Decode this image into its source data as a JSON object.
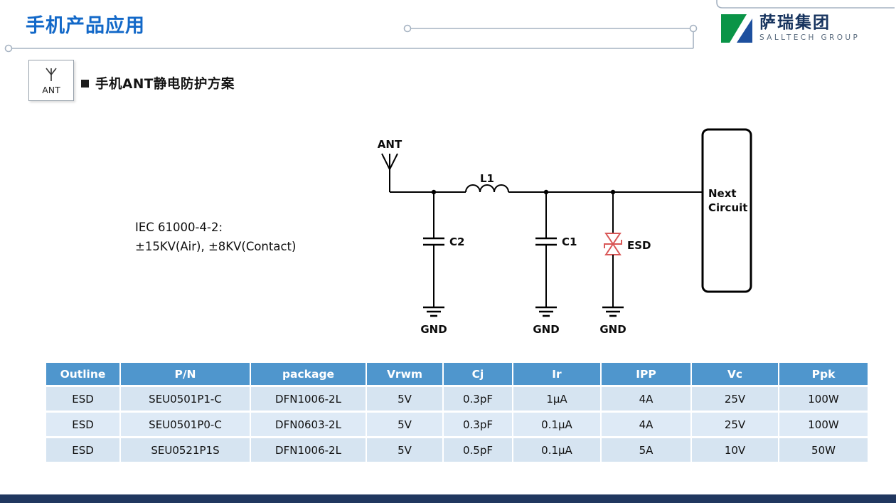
{
  "header": {
    "title": "手机产品应用",
    "logo": {
      "brand": "萨瑞集团",
      "subtitle": "SALLTECH GROUP"
    }
  },
  "section": {
    "icon_label": "ANT",
    "heading": "手机ANT静电防护方案"
  },
  "diagram": {
    "standard_line1": "IEC 61000-4-2:",
    "standard_line2": "±15KV(Air), ±8KV(Contact)",
    "labels": {
      "ant": "ANT",
      "l1": "L1",
      "c2": "C2",
      "c1": "C1",
      "esd": "ESD",
      "gnd": "GND",
      "next_line1": "Next",
      "next_line2": "Circuit"
    }
  },
  "table": {
    "headers": [
      "Outline",
      "P/N",
      "package",
      "Vrwm",
      "Cj",
      "Ir",
      "IPP",
      "Vc",
      "Ppk"
    ],
    "rows": [
      [
        "ESD",
        "SEU0501P1-C",
        "DFN1006-2L",
        "5V",
        "0.3pF",
        "1μA",
        "4A",
        "25V",
        "100W"
      ],
      [
        "ESD",
        "SEU0501P0-C",
        "DFN0603-2L",
        "5V",
        "0.3pF",
        "0.1μA",
        "4A",
        "25V",
        "100W"
      ],
      [
        "ESD",
        "SEU0521P1S",
        "DFN1006-2L",
        "5V",
        "0.5pF",
        "0.1μA",
        "5A",
        "10V",
        "50W"
      ]
    ]
  },
  "colors": {
    "title_color": "#1268c8",
    "decor_line": "#a6b3c2",
    "wire_color": "#000000",
    "esd_red": "#d95757",
    "table_header_bg": "#4f96cd",
    "table_row_bg": "#d6e4f1",
    "table_row_alt_bg": "#deeaf6",
    "footer_bg": "#20375f",
    "logo_green": "#0a9447",
    "logo_blue": "#1d4f9e"
  }
}
